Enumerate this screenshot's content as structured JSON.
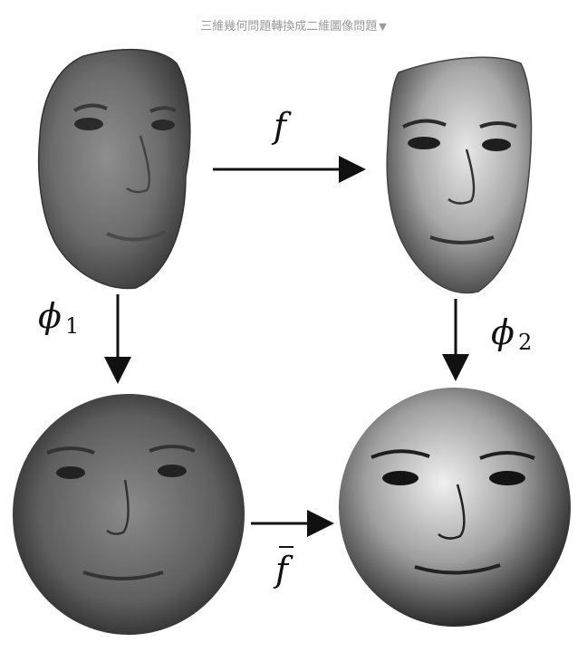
{
  "caption": {
    "text": "三維幾何問題轉換成二維圖像問題",
    "arrow": "▼"
  },
  "labels": {
    "f": "f",
    "fbar": "f",
    "phi1_symbol": "ϕ",
    "phi1_sub": "1",
    "phi2_symbol": "ϕ",
    "phi2_sub": "2"
  },
  "faces": {
    "face1_3d": "face-3d-left-icon",
    "face2_3d": "face-3d-right-icon",
    "face1_2d": "face-disk-left-icon",
    "face2_2d": "face-disk-right-icon"
  }
}
